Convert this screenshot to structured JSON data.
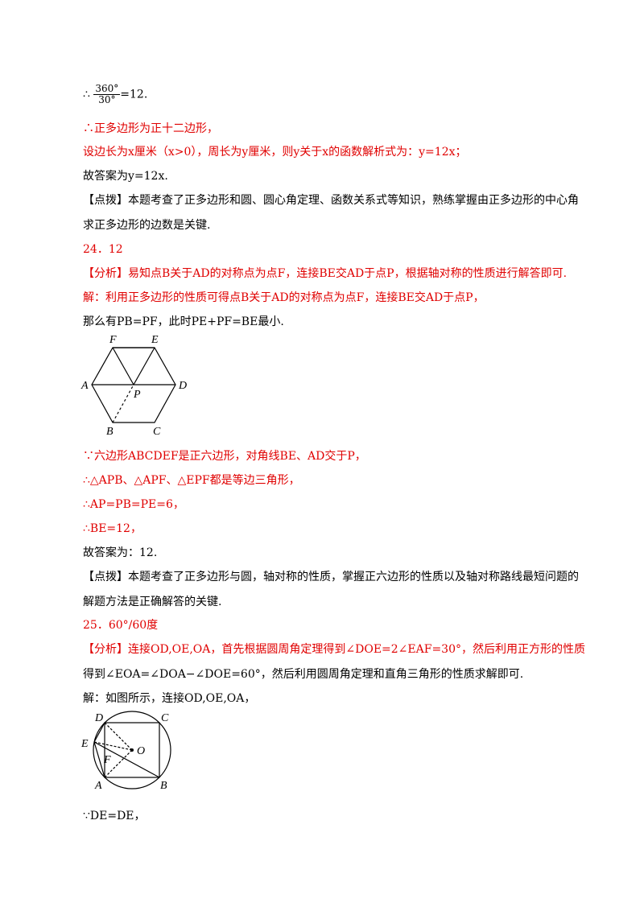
{
  "line1": {
    "therefore": "∴",
    "num": "360°",
    "den": "30°",
    "rest": "=12."
  },
  "line2": "∴正多边形为正十二边形，",
  "line3": "设边长为x厘米（x>0），周长为y厘米，则y关于x的函数解析式为：y=12x；",
  "line4": "故答案为y=12x.",
  "line5": "【点拨】本题考查了正多边形和圆、圆心角定理、函数关系式等知识，熟练掌握由正多边形的中心角",
  "line6": "求正多边形的边数是关键.",
  "q24": "24．12",
  "line8": "【分析】易知点B关于AD的对称点为点F，连接BE交AD于点P，根据轴对称的性质进行解答即可.",
  "line9": "解：利用正多边形的性质可得点B关于AD的对称点为点F，连接BE交AD于点P，",
  "line10": "那么有PB=PF，此时PE+PF=BE最小.",
  "hex_labels": {
    "F": "F",
    "E": "E",
    "A": "A",
    "P": "P",
    "D": "D",
    "B": "B",
    "C": "C"
  },
  "line11": "∵六边形ABCDEF是正六边形，对角线BE、AD交于P，",
  "line12": "∴△APB、△APF、△EPF都是等边三角形，",
  "line13": "∴AP=PB=PE=6，",
  "line14": "∴BE=12，",
  "line15": "故答案为：12.",
  "line16": "【点拨】本题考查了正多边形与圆，轴对称的性质，掌握正六边形的性质以及轴对称路线最短问题的",
  "line17": "解题方法是正确解答的关键.",
  "q25": "25．60°/60度",
  "line19": "【分析】连接OD,OE,OA，首先根据圆周角定理得到∠DOE=2∠EAF=30°，然后利用正方形的性质",
  "line20": "得到∠EOA=∠DOA−∠DOE=60°，然后利用圆周角定理和直角三角形的性质求解即可.",
  "line21": "解：如图所示，连接OD,OE,OA，",
  "circ_labels": {
    "D": "D",
    "C": "C",
    "E": "E",
    "O": "O",
    "F": "F",
    "A": "A",
    "B": "B"
  },
  "line22": "∵DE=DE，"
}
